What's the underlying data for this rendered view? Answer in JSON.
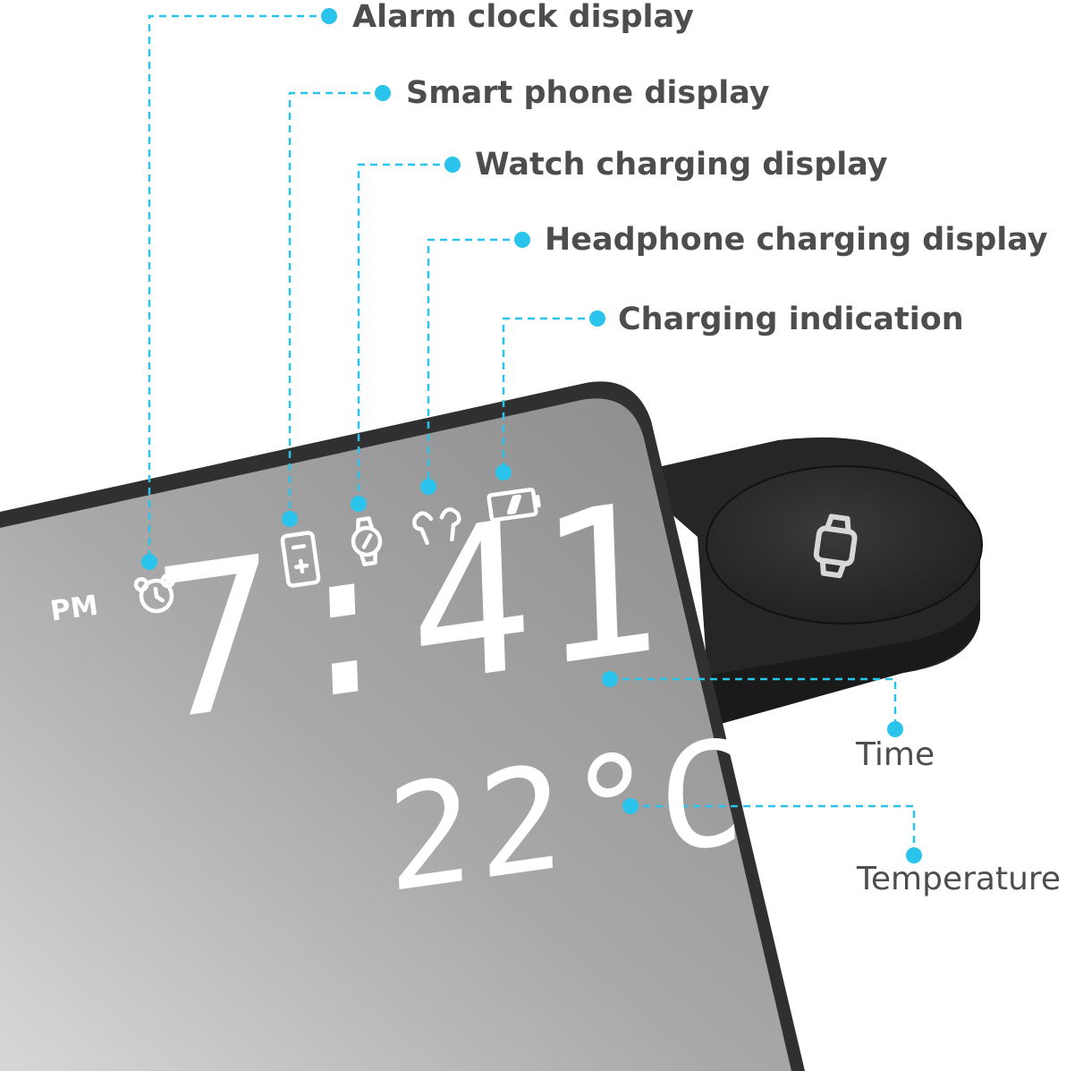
{
  "callouts": {
    "alarm": "Alarm clock display",
    "phone": "Smart phone display",
    "watch": "Watch charging display",
    "headphone": "Headphone charging display",
    "charging": "Charging indication",
    "time": "Time",
    "temperature": "Temperature"
  },
  "display": {
    "period": "PM",
    "time": "7:41",
    "temperature": "22°C"
  },
  "colors": {
    "accent": "#29c3ec",
    "label_text": "#4d4d4d",
    "screen_glow": "#ffffff",
    "device_body": "#2b2b2b"
  },
  "icons": [
    "alarm-clock-icon",
    "smartphone-icon",
    "watch-icon",
    "earbuds-icon",
    "battery-icon",
    "watch-charger-icon"
  ]
}
